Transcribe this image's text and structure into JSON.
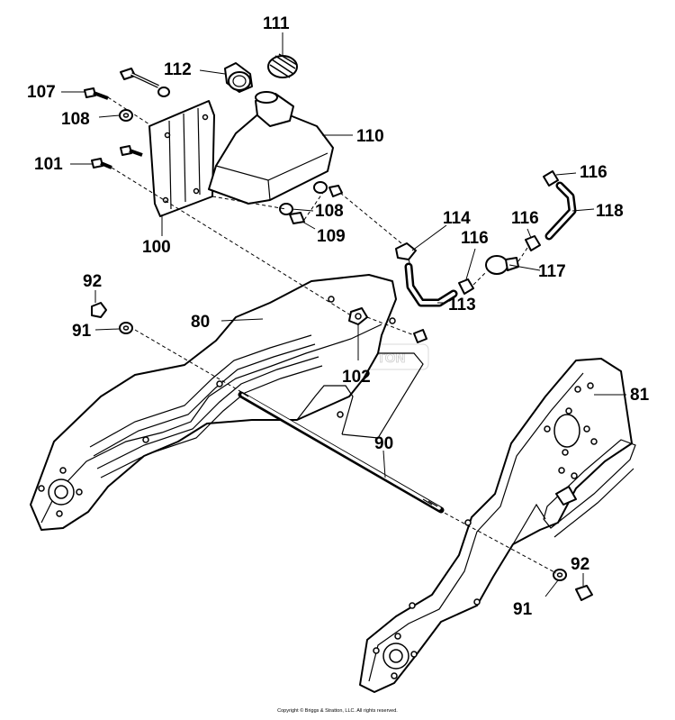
{
  "callouts": {
    "c80": "80",
    "c81": "81",
    "c90": "90",
    "c91a": "91",
    "c91b": "91",
    "c92a": "92",
    "c92b": "92",
    "c100": "100",
    "c101": "101",
    "c102": "102",
    "c107": "107",
    "c108a": "108",
    "c108b": "108",
    "c109": "109",
    "c110": "110",
    "c111": "111",
    "c112": "112",
    "c113": "113",
    "c114": "114",
    "c116a": "116",
    "c116b": "116",
    "c116c": "116",
    "c117": "117",
    "c118": "118"
  },
  "watermark": "BRIGGS&STRATTON",
  "copyright": "Copyright © Briggs & Stratton, LLC. All rights reserved.",
  "colors": {
    "line": "#000000",
    "background": "#ffffff",
    "watermark": "#cfcfcf"
  }
}
